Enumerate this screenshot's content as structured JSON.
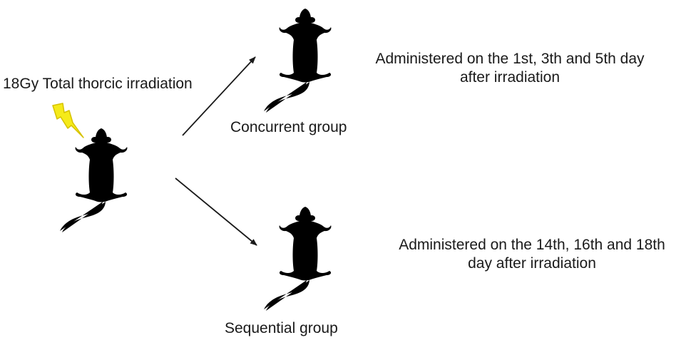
{
  "labels": {
    "irradiation": "18Gy Total thorcic irradiation",
    "concurrent_group": "Concurrent group",
    "sequential_group": "Sequential group",
    "concurrent_desc_line1": "Administered on the 1st, 3th and 5th day",
    "concurrent_desc_line2": "after irradiation",
    "sequential_desc_line1": "Administered on the 14th, 16th and 18th",
    "sequential_desc_line2": "day after irradiation"
  },
  "colors": {
    "lightning_fill": "#f5ea1a",
    "lightning_stroke": "#d6c200",
    "line": "#1a1a1a"
  },
  "icons": [
    "mouse-icon",
    "lightning-icon",
    "arrow-icon"
  ]
}
